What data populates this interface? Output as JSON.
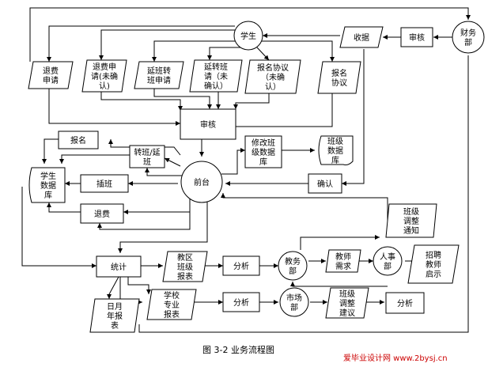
{
  "nodes": {
    "finance": [
      "财务",
      "部"
    ],
    "review_top": [
      "审核"
    ],
    "collect": [
      "收据"
    ],
    "student": [
      "学生"
    ],
    "refund_request": [
      "退费",
      "申请"
    ],
    "refund_application": [
      "退费申",
      "请(未确",
      "认)"
    ],
    "transfer_request": [
      "延班转",
      "班申请"
    ],
    "transfer_unconfirmed": [
      "延转班",
      "请（未",
      "确认）"
    ],
    "signup_unconfirmed": [
      "报名协议",
      "（未确",
      "认）"
    ],
    "signup_agreement": [
      "报名",
      "协议"
    ],
    "review_mid": [
      "审核"
    ],
    "signup": [
      "报名"
    ],
    "transfer": [
      "转班/延",
      "班"
    ],
    "front_desk": [
      "前台"
    ],
    "modify_db": [
      "修改班",
      "级数据",
      "库"
    ],
    "class_db": [
      "班级",
      "数据",
      "库"
    ],
    "student_db": [
      "学生",
      "数据",
      "库"
    ],
    "insert_class": [
      "插班"
    ],
    "confirm": [
      "确认"
    ],
    "refund": [
      "退费"
    ],
    "adjust_notice": [
      "班级",
      "调整",
      "通知"
    ],
    "stats": [
      "统计"
    ],
    "district_report": [
      "教区",
      "班级",
      "报表"
    ],
    "analysis1": [
      "分析"
    ],
    "academic": [
      "教务",
      "部"
    ],
    "teacher_demand": [
      "教师",
      "需求"
    ],
    "hr": [
      "人事",
      "部"
    ],
    "recruit": [
      "招聘",
      "教师",
      "启示"
    ],
    "school_report": [
      "学校",
      "专业",
      "报表"
    ],
    "analysis2": [
      "分析"
    ],
    "market": [
      "市场",
      "部"
    ],
    "adjust_suggest": [
      "班级",
      "调整",
      "建议"
    ],
    "analysis3": [
      "分析"
    ],
    "daily_report": [
      "日月",
      "年报",
      "表"
    ]
  },
  "caption": "图 3-2  业务流程图",
  "watermark": "爱毕业设计网 www.2bysj.cn"
}
